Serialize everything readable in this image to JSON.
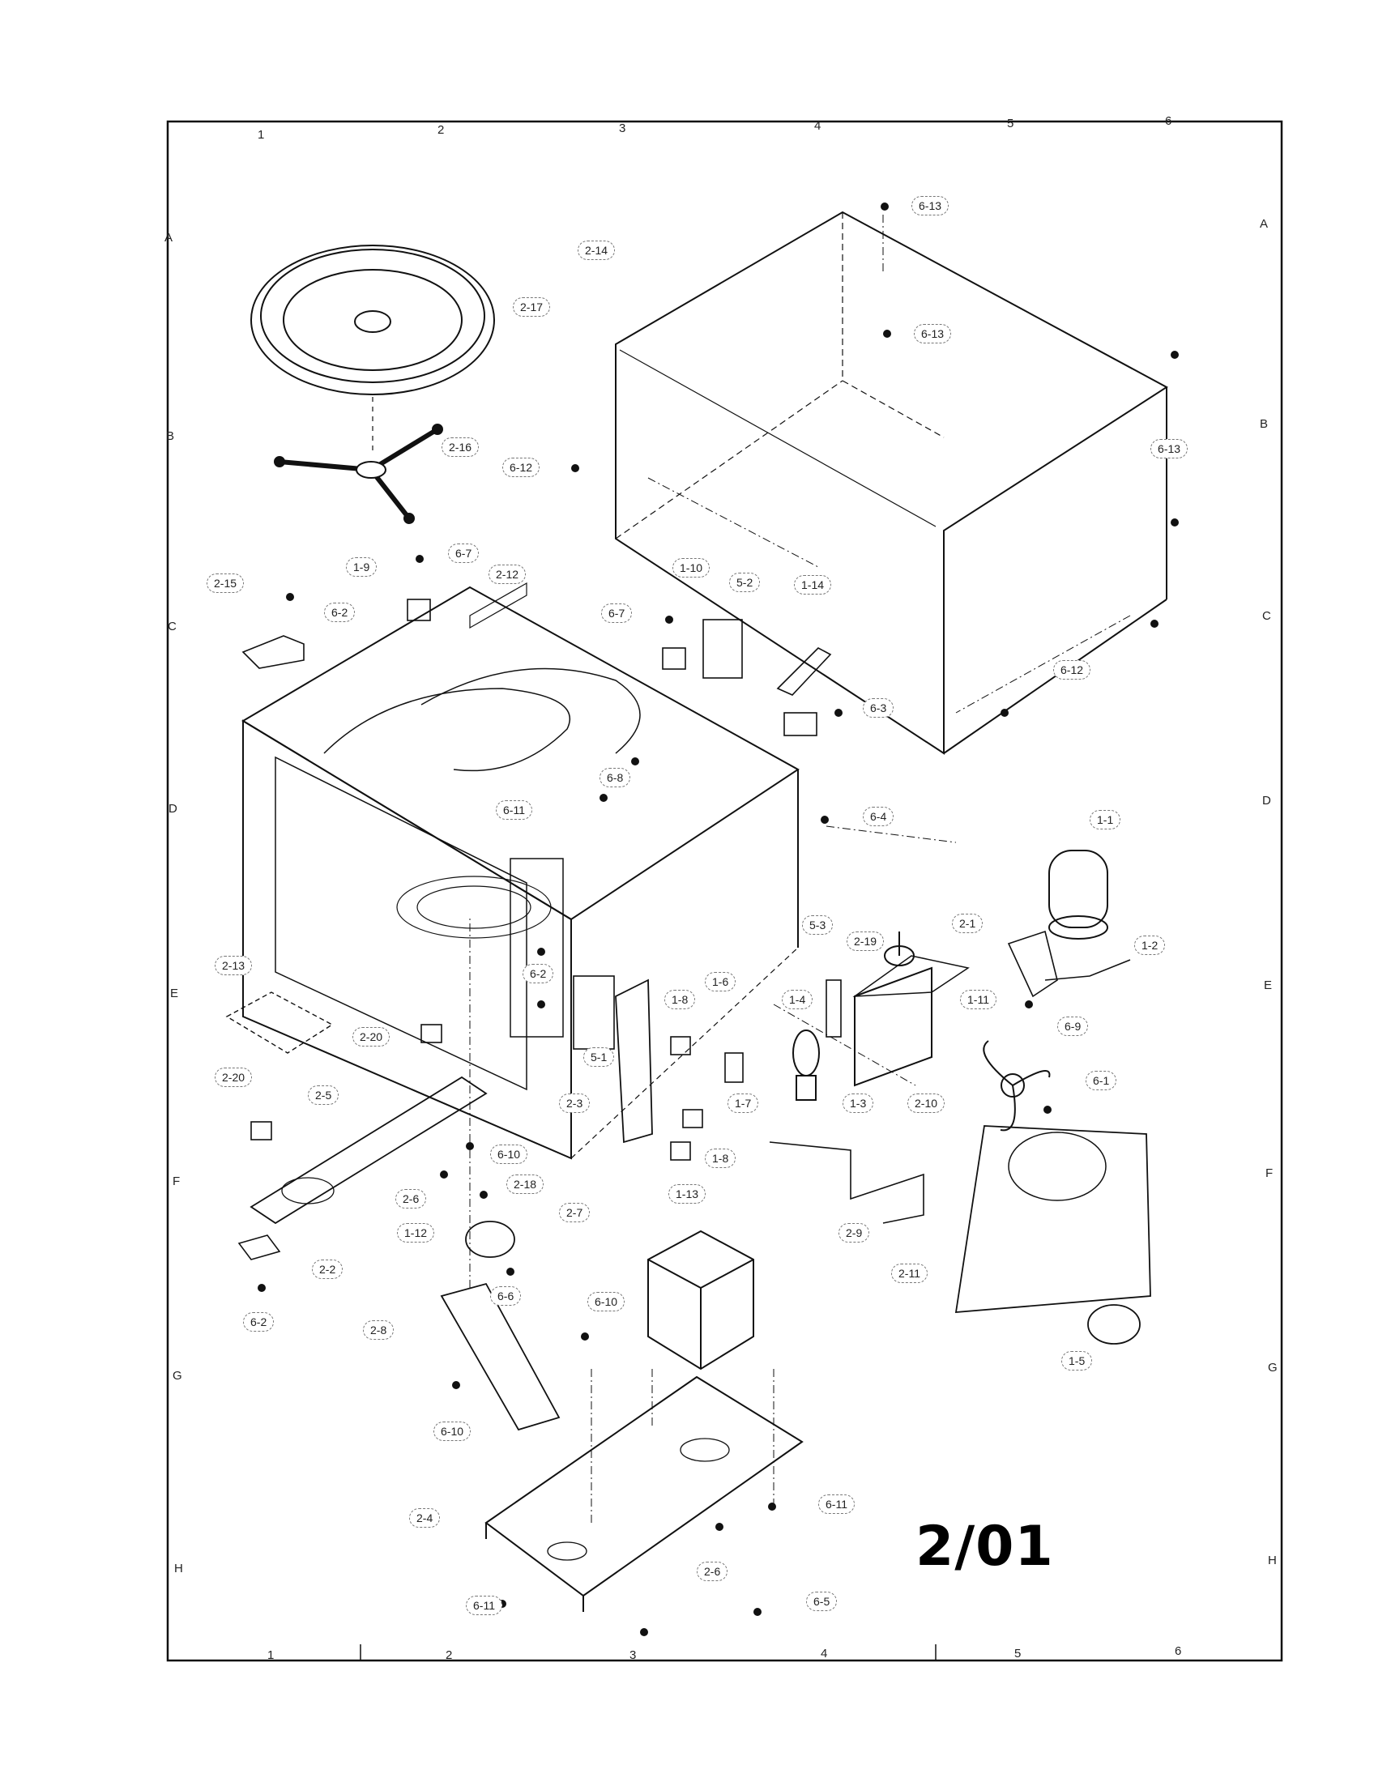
{
  "grid": {
    "columns": [
      "1",
      "2",
      "3",
      "4",
      "5",
      "6"
    ],
    "rows": [
      "A",
      "B",
      "C",
      "D",
      "E",
      "F",
      "G",
      "H"
    ]
  },
  "sheet_id": "2/01",
  "callouts": [
    {
      "id": "6-13a",
      "text": "6-13"
    },
    {
      "id": "2-14",
      "text": "2-14"
    },
    {
      "id": "2-17",
      "text": "2-17"
    },
    {
      "id": "6-13b",
      "text": "6-13"
    },
    {
      "id": "6-13c",
      "text": "6-13"
    },
    {
      "id": "2-16",
      "text": "2-16"
    },
    {
      "id": "6-12a",
      "text": "6-12"
    },
    {
      "id": "1-9",
      "text": "1-9"
    },
    {
      "id": "6-7a",
      "text": "6-7"
    },
    {
      "id": "2-12",
      "text": "2-12"
    },
    {
      "id": "2-15",
      "text": "2-15"
    },
    {
      "id": "6-2a",
      "text": "6-2"
    },
    {
      "id": "1-10",
      "text": "1-10"
    },
    {
      "id": "5-2",
      "text": "5-2"
    },
    {
      "id": "1-14",
      "text": "1-14"
    },
    {
      "id": "6-7b",
      "text": "6-7"
    },
    {
      "id": "6-12b",
      "text": "6-12"
    },
    {
      "id": "6-3",
      "text": "6-3"
    },
    {
      "id": "6-8",
      "text": "6-8"
    },
    {
      "id": "6-11a",
      "text": "6-11"
    },
    {
      "id": "6-4",
      "text": "6-4"
    },
    {
      "id": "1-1",
      "text": "1-1"
    },
    {
      "id": "5-3",
      "text": "5-3"
    },
    {
      "id": "2-1",
      "text": "2-1"
    },
    {
      "id": "1-2",
      "text": "1-2"
    },
    {
      "id": "2-19",
      "text": "2-19"
    },
    {
      "id": "6-2b",
      "text": "6-2"
    },
    {
      "id": "2-13",
      "text": "2-13"
    },
    {
      "id": "1-6",
      "text": "1-6"
    },
    {
      "id": "1-8a",
      "text": "1-8"
    },
    {
      "id": "1-4",
      "text": "1-4"
    },
    {
      "id": "1-11",
      "text": "1-11"
    },
    {
      "id": "6-9",
      "text": "6-9"
    },
    {
      "id": "5-1",
      "text": "5-1"
    },
    {
      "id": "2-20a",
      "text": "2-20"
    },
    {
      "id": "2-20b",
      "text": "2-20"
    },
    {
      "id": "2-5",
      "text": "2-5"
    },
    {
      "id": "2-3",
      "text": "2-3"
    },
    {
      "id": "1-7",
      "text": "1-7"
    },
    {
      "id": "1-3",
      "text": "1-3"
    },
    {
      "id": "2-10",
      "text": "2-10"
    },
    {
      "id": "6-1",
      "text": "6-1"
    },
    {
      "id": "6-10a",
      "text": "6-10"
    },
    {
      "id": "1-8b",
      "text": "1-8"
    },
    {
      "id": "2-18",
      "text": "2-18"
    },
    {
      "id": "2-6a",
      "text": "2-6"
    },
    {
      "id": "2-7",
      "text": "2-7"
    },
    {
      "id": "1-13",
      "text": "1-13"
    },
    {
      "id": "2-9",
      "text": "2-9"
    },
    {
      "id": "1-12",
      "text": "1-12"
    },
    {
      "id": "2-2",
      "text": "2-2"
    },
    {
      "id": "2-11",
      "text": "2-11"
    },
    {
      "id": "6-6",
      "text": "6-6"
    },
    {
      "id": "6-10b",
      "text": "6-10"
    },
    {
      "id": "6-2c",
      "text": "6-2"
    },
    {
      "id": "2-8",
      "text": "2-8"
    },
    {
      "id": "1-5",
      "text": "1-5"
    },
    {
      "id": "6-10c",
      "text": "6-10"
    },
    {
      "id": "6-11b",
      "text": "6-11"
    },
    {
      "id": "2-4",
      "text": "2-4"
    },
    {
      "id": "2-6b",
      "text": "2-6"
    },
    {
      "id": "6-11c",
      "text": "6-11"
    },
    {
      "id": "6-5",
      "text": "6-5"
    }
  ]
}
